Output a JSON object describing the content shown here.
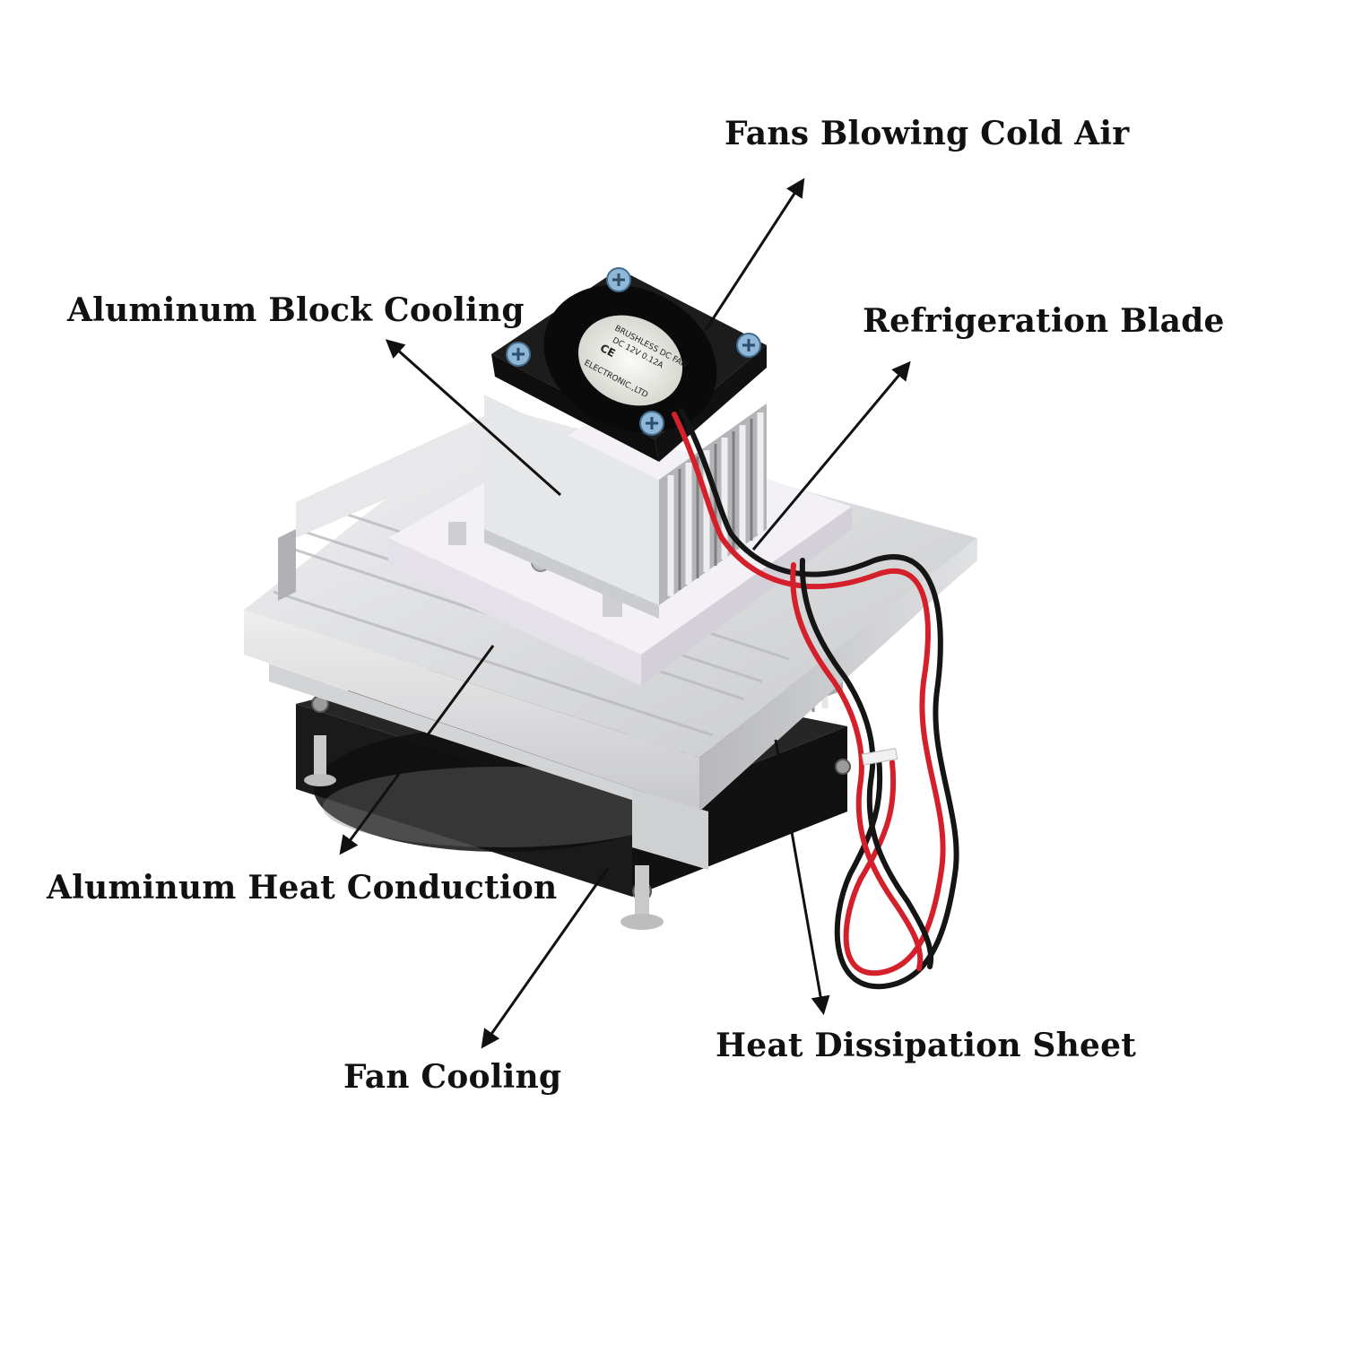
{
  "diagram": {
    "labels": {
      "fans_blowing_cold_air": "Fans Blowing Cold Air",
      "aluminum_block_cooling": "Aluminum Block Cooling",
      "refrigeration_blade": "Refrigeration Blade",
      "aluminum_heat_conduction": "Aluminum Heat Conduction",
      "heat_dissipation_sheet": "Heat Dissipation Sheet",
      "fan_cooling": "Fan Cooling"
    },
    "product_photo": {
      "small_fan_label": {
        "line1": "BRUSHLESS DC FAN",
        "line2": "DC 12V 0.12A",
        "line3": "CE",
        "line4": "ELECTRONIC.,LTD"
      }
    },
    "colors": {
      "aluminum": "#d9dadb",
      "fan_black": "#1d1d1d",
      "wire_red": "#d4202a",
      "wire_black": "#151515",
      "screw_blue": "#8fb7d8",
      "text": "#111111"
    }
  }
}
